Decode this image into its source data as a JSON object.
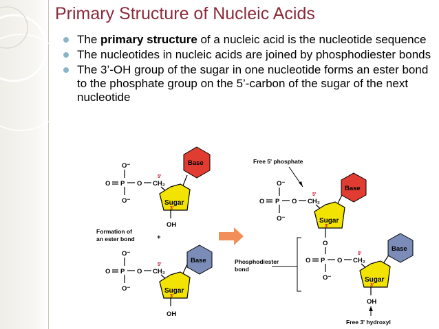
{
  "slide": {
    "title": "Primary Structure of Nucleic Acids",
    "bullets": [
      {
        "pre": "The ",
        "bold": "primary structure",
        "post": " of a nucleic acid is the nucleotide sequence"
      },
      {
        "pre": "The nucleotides in nucleic acids are joined by phosphodiester bonds",
        "bold": "",
        "post": ""
      },
      {
        "pre": "The 3’-OH group of the sugar in one nucleotide forms an ester bond to the phosphate group on the 5’-carbon of the sugar of the next nucleotide",
        "bold": "",
        "post": ""
      }
    ]
  },
  "diagram": {
    "left_top": {
      "base": "Base",
      "sugar": "Sugar",
      "five": "5'",
      "three": "3'",
      "oh": "OH",
      "ch2": "CH₂",
      "o": "O",
      "ominus": "O⁻",
      "p": "P"
    },
    "left_bottom": {
      "base": "Base",
      "sugar": "Sugar",
      "five": "5'",
      "three": "3'",
      "oh": "OH",
      "ch2": "CH₂",
      "o": "O",
      "ominus": "O⁻",
      "p": "P"
    },
    "formation_label_1": "Formation of",
    "formation_label_2": "an ester bond",
    "plus": "+",
    "free5_label": "Free 5' phosphate",
    "phospho_label_1": "Phosphodiester",
    "phospho_label_2": "bond",
    "free3_label": "Free 3' hydroxyl",
    "right_top": {
      "base": "Base",
      "sugar": "Sugar",
      "five": "5'",
      "three": "3'",
      "ch2": "CH₂",
      "o": "O",
      "ominus": "O⁻",
      "p": "P"
    },
    "right_bottom": {
      "base": "Base",
      "sugar": "Sugar",
      "five": "5'",
      "three": "3'",
      "oh": "OH",
      "ch2": "CH₂",
      "o": "O",
      "ominus": "O⁻",
      "p": "P"
    },
    "colors": {
      "base_top": "#e03c31",
      "base_bottom": "#7b8cb8",
      "sugar": "#f2e400",
      "arrow": "#f07a3a",
      "title": "#8a2a3a",
      "bullet": "#8cb4c7"
    }
  }
}
